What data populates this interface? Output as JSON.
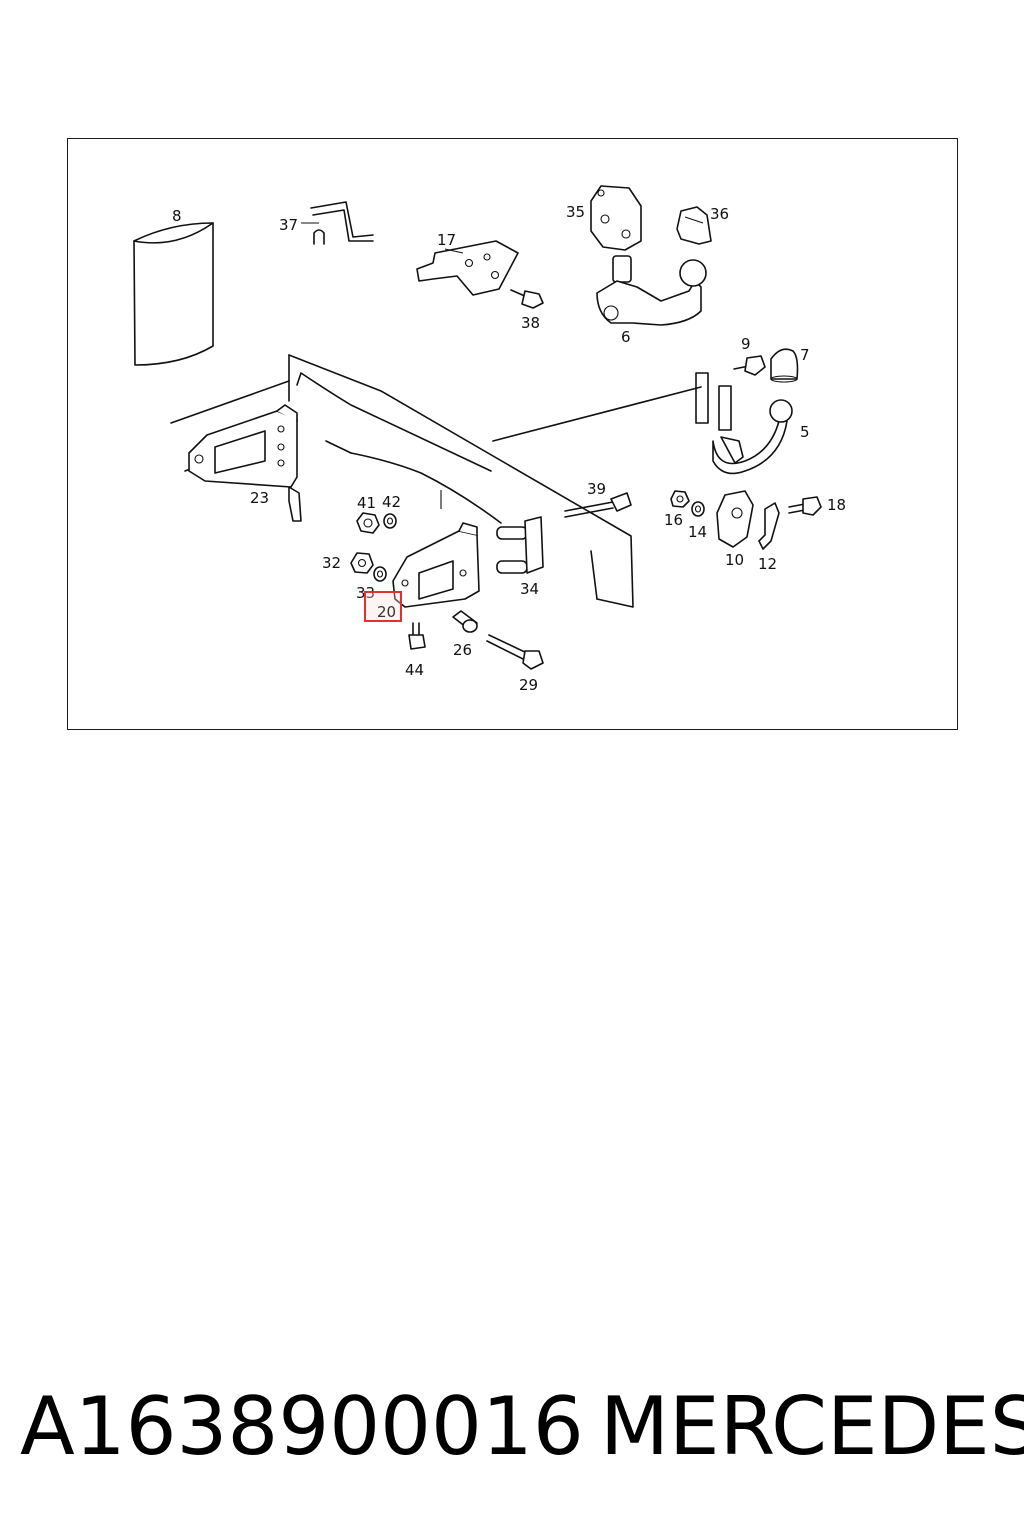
{
  "diagram": {
    "callouts": {
      "c5": "5",
      "c6": "6",
      "c7": "7",
      "c8": "8",
      "c9": "9",
      "c10": "10",
      "c12": "12",
      "c14": "14",
      "c16": "16",
      "c17": "17",
      "c18": "18",
      "c23": "23",
      "c26": "26",
      "c29": "29",
      "c32": "32",
      "c33": "33",
      "c34": "34",
      "c35": "35",
      "c36": "36",
      "c37": "37",
      "c38": "38",
      "c39": "39",
      "c41": "41",
      "c42": "42",
      "c44": "44"
    },
    "highlighted_callout": "20",
    "highlight_color": "#e03030"
  },
  "footer": {
    "part_number": "A1638900016",
    "brand": "MERCEDES"
  }
}
